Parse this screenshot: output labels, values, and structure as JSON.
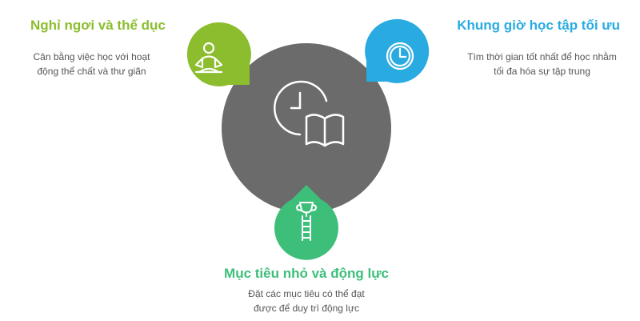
{
  "colors": {
    "hub": "#6b6b6b",
    "rest": "#8cbd2f",
    "study_time": "#29abe2",
    "goals": "#3dbf7a",
    "icon_stroke": "#ffffff",
    "description_text": "#555555"
  },
  "hub": {
    "icon": "clock-book-icon"
  },
  "items": [
    {
      "id": "rest",
      "title": "Nghỉ ngơi và thể dục",
      "description_lines": [
        "Cân bằng việc học với hoạt",
        "động thể chất và thư giãn"
      ],
      "icon": "meditation-person-icon"
    },
    {
      "id": "study_time",
      "title": "Khung giờ học tập tối ưu",
      "description_lines": [
        "Tìm thời gian tốt nhất để học nhằm",
        "tối đa hóa sự tập trung"
      ],
      "icon": "clock-icon"
    },
    {
      "id": "goals",
      "title": "Mục tiêu nhỏ và động lực",
      "description_lines": [
        "Đặt các mục tiêu có thể đạt",
        "được để duy trì động lực"
      ],
      "icon": "trophy-ladder-icon"
    }
  ]
}
